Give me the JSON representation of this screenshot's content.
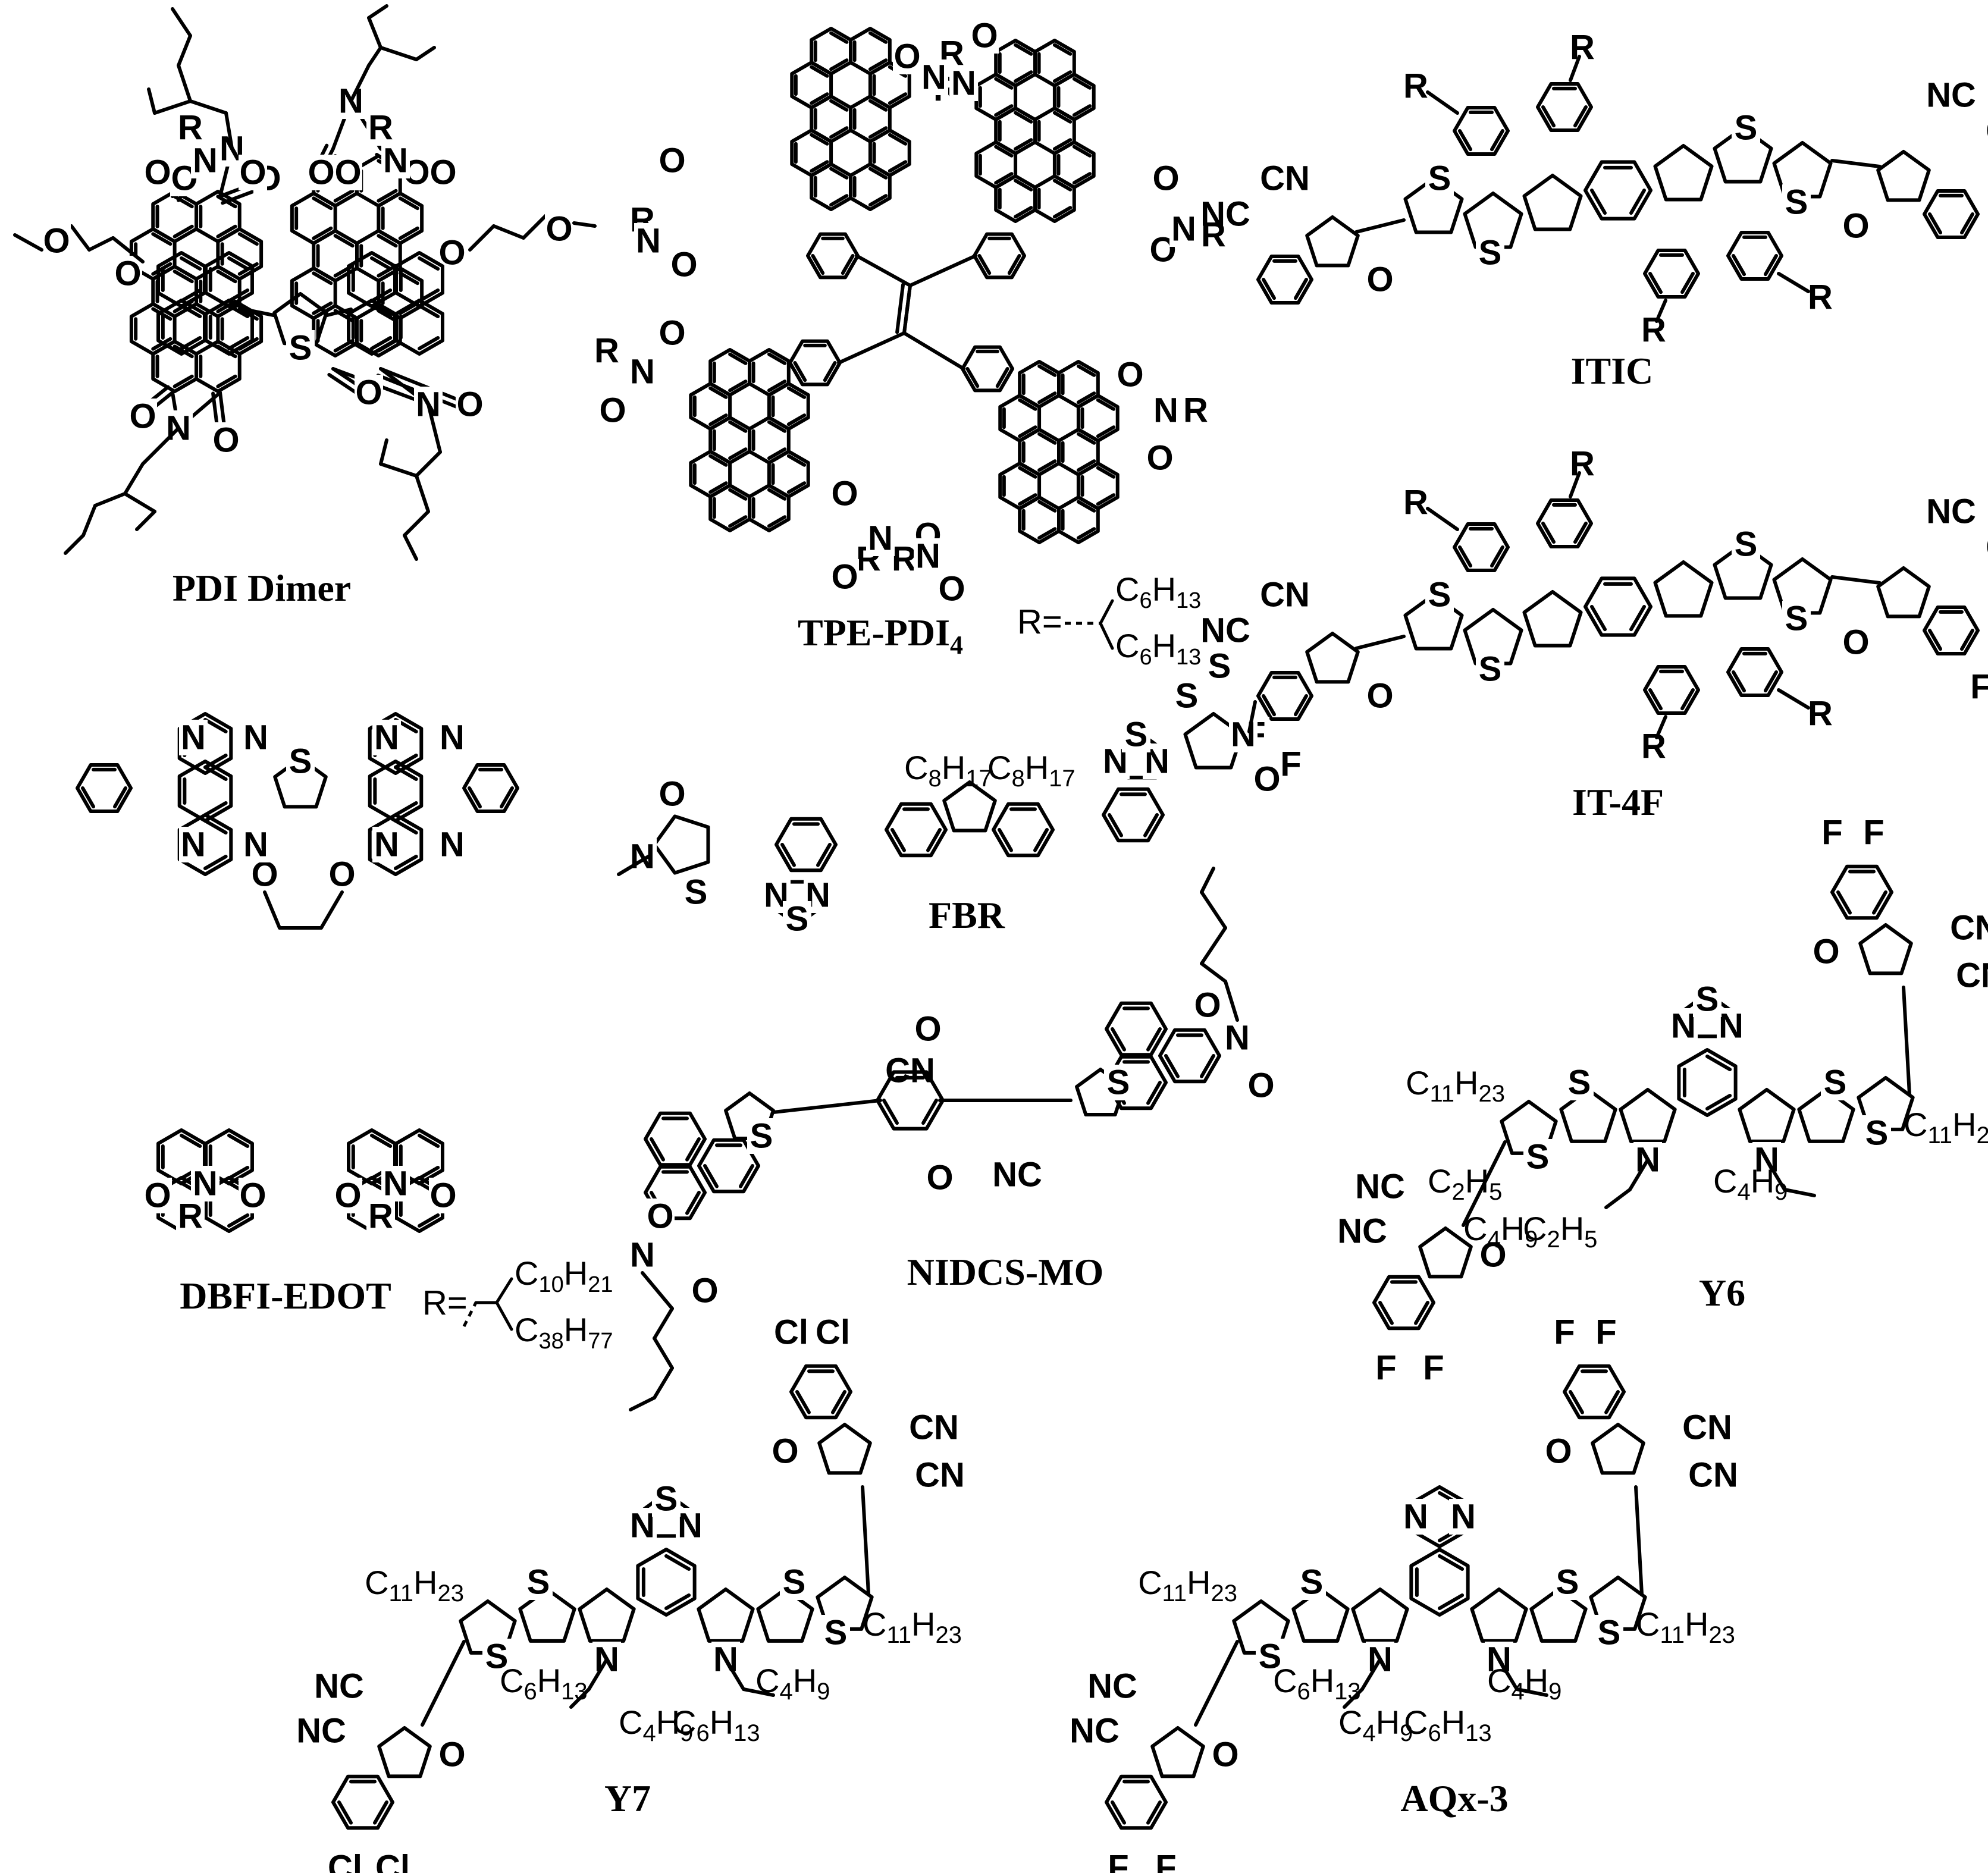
{
  "molecules": [
    {
      "id": "pdi-dimer",
      "label": "PDI Dimer"
    },
    {
      "id": "tpe-pdi4",
      "label": "TPE-PDI",
      "label_sub": "4"
    },
    {
      "id": "itic",
      "label": "ITIC"
    },
    {
      "id": "it-4f",
      "label": "IT-4F"
    },
    {
      "id": "dbfi-edot",
      "label": "DBFI-EDOT"
    },
    {
      "id": "fbr",
      "label": "FBR"
    },
    {
      "id": "nidcs-mo",
      "label": "NIDCS-MO"
    },
    {
      "id": "y6",
      "label": "Y6"
    },
    {
      "id": "y7",
      "label": "Y7"
    },
    {
      "id": "aqx-3",
      "label": "AQx-3"
    }
  ],
  "r_definitions": {
    "tpe": {
      "prefix": "R=",
      "chain1": "C6H13",
      "chain1_base": "C",
      "chain1_n": "6",
      "chain1_h": "H",
      "chain1_hn": "13",
      "chain2_base": "C",
      "chain2_n": "6",
      "chain2_h": "H",
      "chain2_hn": "13"
    },
    "dbfi": {
      "prefix": "R=",
      "chain1_base": "C",
      "chain1_n": "10",
      "chain1_h": "H",
      "chain1_hn": "21",
      "chain2_base": "C",
      "chain2_n": "38",
      "chain2_h": "H",
      "chain2_hn": "77"
    }
  },
  "atom_labels": {
    "O": "O",
    "N": "N",
    "S": "S",
    "F": "F",
    "Cl": "Cl",
    "R": "R",
    "CN": "CN",
    "NC": "NC"
  },
  "substituents": {
    "c11h23": "C11H23",
    "c8h17": "C8H17",
    "c6h13": "C6H13",
    "c4h9": "C4H9",
    "c2h5": "C2H5"
  },
  "colors": {
    "ink": "#000000",
    "background": "#ffffff"
  }
}
